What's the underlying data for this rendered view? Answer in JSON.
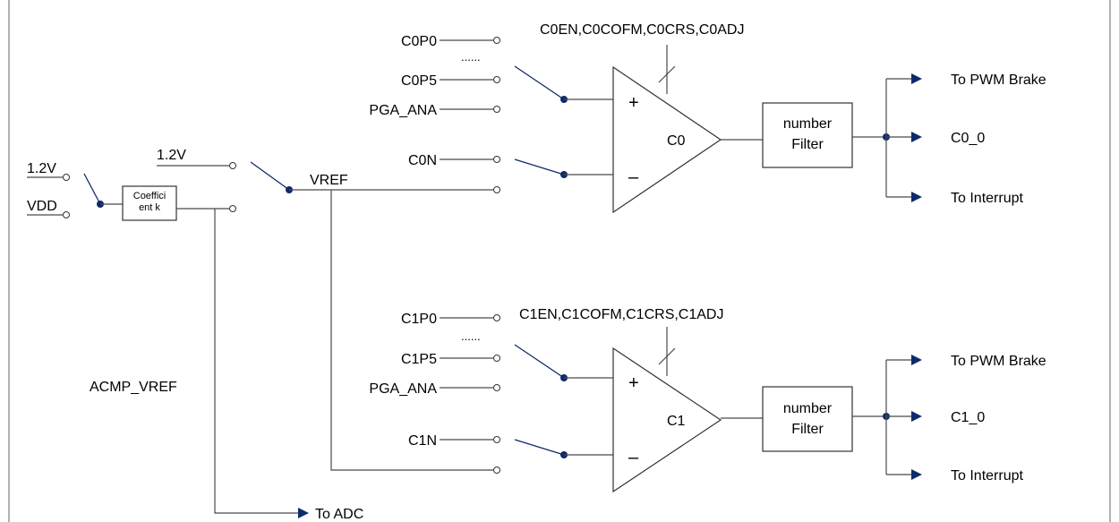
{
  "colors": {
    "wire": "#4a4a4a",
    "accent_blue": "#0d2a6b",
    "frame": "#666666"
  },
  "ref_selector": {
    "in_1v2": "1.2V",
    "in_vdd": "VDD",
    "coeff_line1": "Coeffici",
    "coeff_line2": "ent k",
    "acmp_vref": "ACMP_VREF",
    "to_adc": "To ADC"
  },
  "vref_mux": {
    "in_1v2": "1.2V",
    "out": "VREF"
  },
  "comparators": [
    {
      "ctrl": "C0EN,C0COFM,C0CRS,C0ADJ",
      "p0": "C0P0",
      "dots": "......",
      "p5": "C0P5",
      "pga": "PGA_ANA",
      "n": "C0N",
      "plus": "+",
      "minus": "–",
      "name": "C0",
      "filter_line1": "number",
      "filter_line2": "Filter",
      "out_brake": "To PWM Brake",
      "out_sig": "C0_0",
      "out_int": "To Interrupt"
    },
    {
      "ctrl": "C1EN,C1COFM,C1CRS,C1ADJ",
      "p0": "C1P0",
      "dots": "......",
      "p5": "C1P5",
      "pga": "PGA_ANA",
      "n": "C1N",
      "plus": "+",
      "minus": "–",
      "name": "C1",
      "filter_line1": "number",
      "filter_line2": "Filter",
      "out_brake": "To PWM Brake",
      "out_sig": "C1_0",
      "out_int": "To Interrupt"
    }
  ]
}
